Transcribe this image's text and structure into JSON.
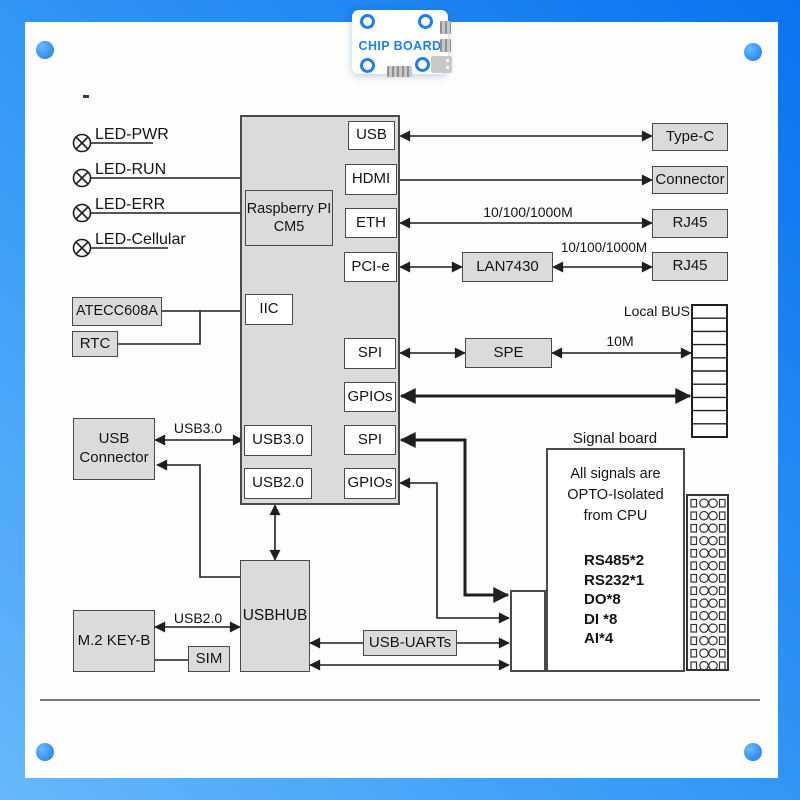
{
  "board": {
    "title": "CHIP BOARD"
  },
  "leds": [
    {
      "label": "LED-PWR"
    },
    {
      "label": "LED-RUN"
    },
    {
      "label": "LED-ERR"
    },
    {
      "label": "LED-Cellular"
    }
  ],
  "left": {
    "atecc": "ATECC608A",
    "rtc": "RTC",
    "usb_connector_line1": "USB",
    "usb_connector_line2": "Connector",
    "m2": "M.2 KEY-B",
    "sim": "SIM"
  },
  "cm5": {
    "line1": "Raspberry PI",
    "line2": "CM5",
    "ports": {
      "usb": "USB",
      "hdmi": "HDMI",
      "eth": "ETH",
      "pcie": "PCI-e",
      "iic": "IIC",
      "spi1": "SPI",
      "gpios1": "GPIOs",
      "spi2": "SPI",
      "gpios2": "GPIOs",
      "usb30": "USB3.0",
      "usb20": "USB2.0"
    }
  },
  "right": {
    "type_c": "Type-C",
    "connector": "Connector",
    "rj45_top": "RJ45",
    "rj45_bottom": "RJ45",
    "lan7430": "LAN7430",
    "spe": "SPE",
    "local_bus": "Local BUS"
  },
  "bottom": {
    "usbhub": "USBHUB",
    "usb_uarts": "USB-UARTs"
  },
  "link_labels": {
    "eth_speed": "10/100/1000M",
    "lan_speed": "10/100/1000M",
    "spe_speed": "10M",
    "usb3": "USB3.0",
    "usb2": "USB2.0"
  },
  "signal_board": {
    "label": "Signal board",
    "iso_line1": "All signals are",
    "iso_line2": "OPTO-Isolated",
    "iso_line3": "from CPU",
    "signals": [
      "RS485*2",
      "RS232*1",
      "DO*8",
      "DI *8",
      "AI*4"
    ]
  },
  "colors": {
    "accent_blue": "#1e7ff0",
    "background_light": "#66b8fa",
    "background_dark": "#0a73ee",
    "box_gray": "#dbdbdb",
    "line": "#1f1f1f"
  }
}
